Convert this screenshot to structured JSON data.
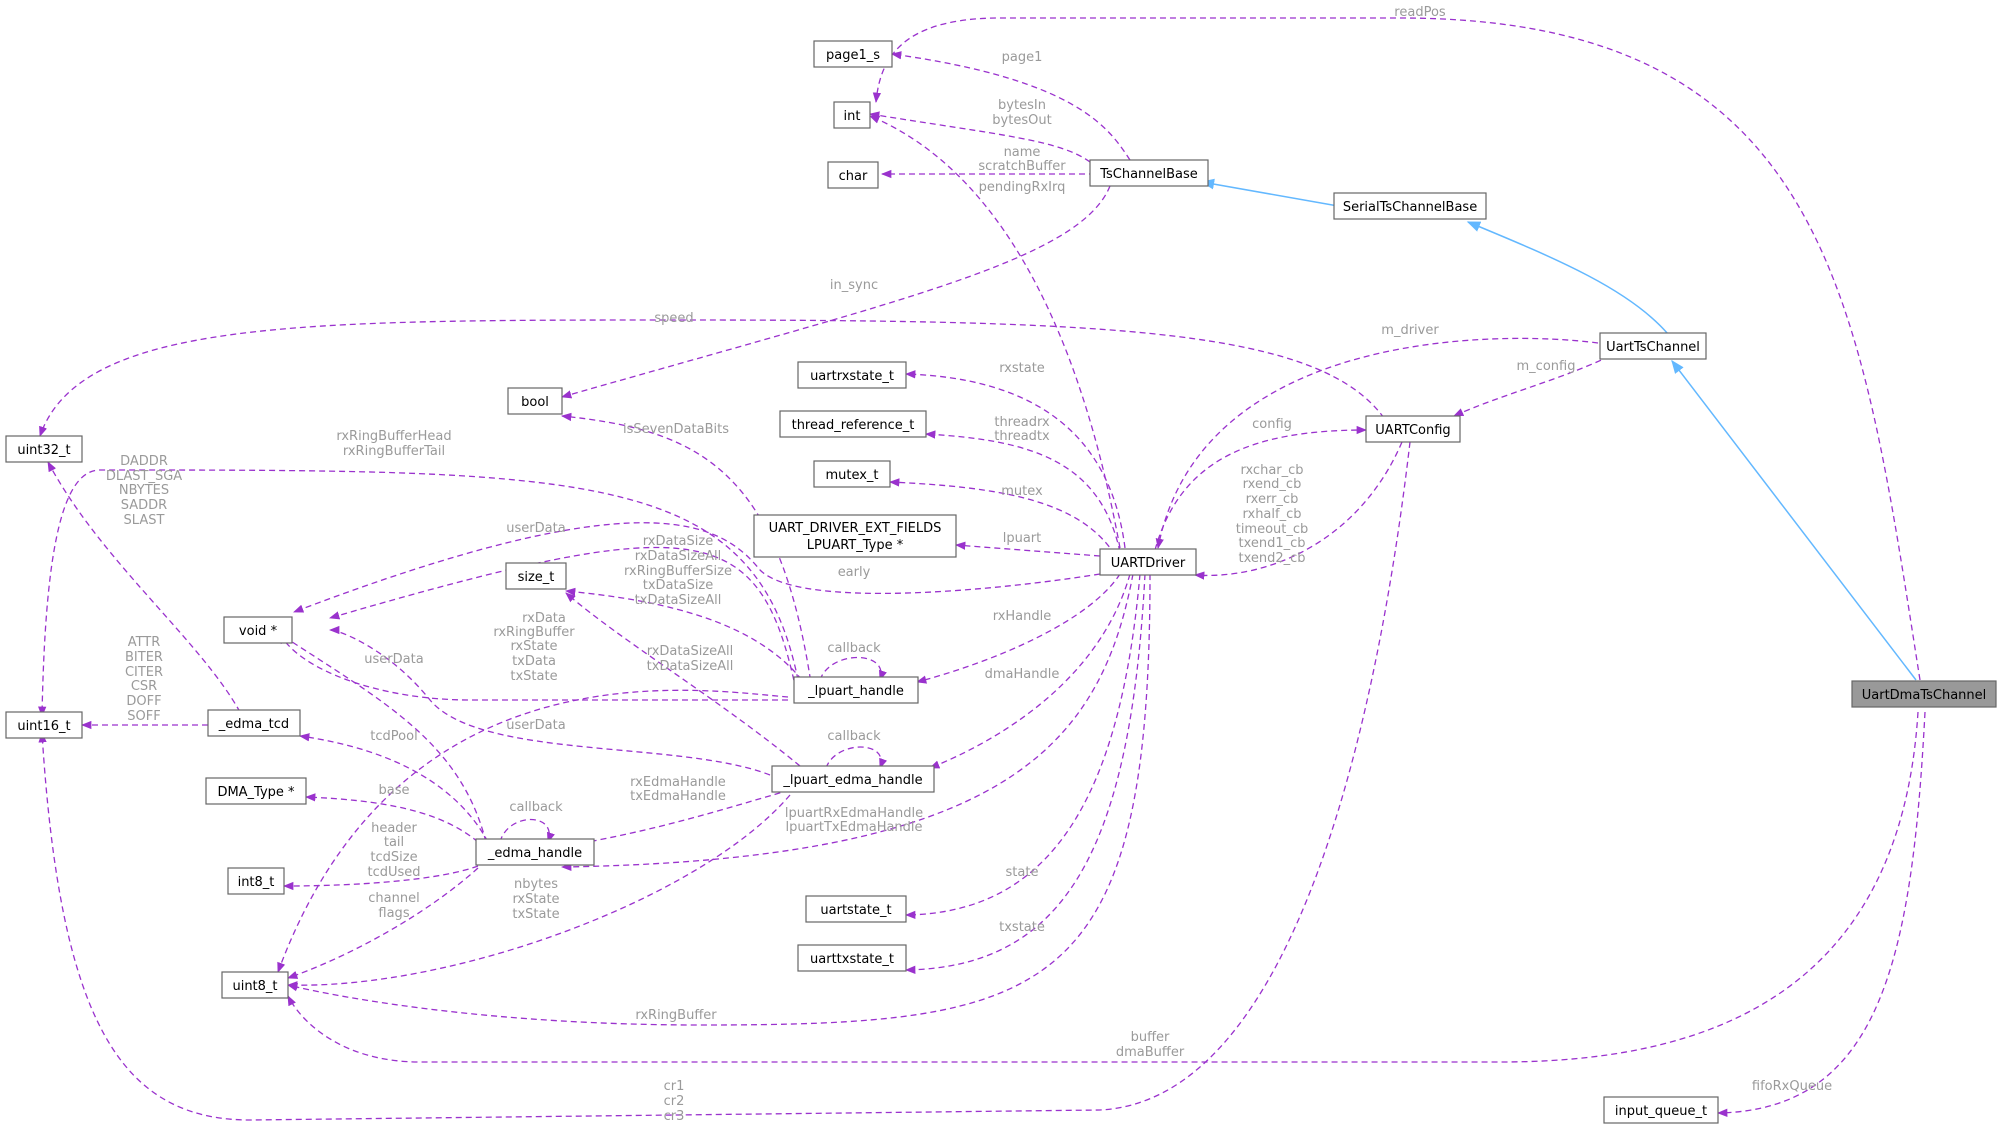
{
  "nodes": {
    "page1_s": "page1_s",
    "int": "int",
    "char": "char",
    "ts_channel_base": "TsChannelBase",
    "serial_ts_channel_base": "SerialTsChannelBase",
    "uart_ts_channel": "UartTsChannel",
    "uart_config": "UARTConfig",
    "uart_driver": "UARTDriver",
    "uart_dma_ts_channel": "UartDmaTsChannel",
    "input_queue_t": "input_queue_t",
    "uint32_t": "uint32_t",
    "uint16_t": "uint16_t",
    "uint8_t": "uint8_t",
    "int8_t": "int8_t",
    "bool": "bool",
    "size_t": "size_t",
    "void_ptr": "void *",
    "dma_type_ptr": "DMA_Type *",
    "edma_tcd": "_edma_tcd",
    "edma_handle": "_edma_handle",
    "lpuart_handle": "_lpuart_handle",
    "lpuart_edma_handle": "_lpuart_edma_handle",
    "uartrxstate_t": "uartrxstate_t",
    "thread_reference_t": "thread_reference_t",
    "mutex_t": "mutex_t",
    "uart_ext_fields_1": "UART_DRIVER_EXT_FIELDS",
    "uart_ext_fields_2": "LPUART_Type *",
    "uartstate_t": "uartstate_t",
    "uarttxstate_t": "uarttxstate_t"
  },
  "labels": {
    "readPos": "readPos",
    "page1": "page1",
    "bytesIn": "bytesIn",
    "bytesOut": "bytesOut",
    "name": "name",
    "scratchBuffer": "scratchBuffer",
    "pendingRxIrq": "pendingRxIrq",
    "in_sync": "in_sync",
    "speed": "speed",
    "m_driver": "m_driver",
    "m_config": "m_config",
    "rxstate": "rxstate",
    "config": "config",
    "threadrx": "threadrx",
    "threadtx": "threadtx",
    "isSevenDataBits": "isSevenDataBits",
    "mutex": "mutex",
    "rxRingBufferHead": "rxRingBufferHead",
    "rxRingBufferTail": "rxRingBufferTail",
    "DADDR": "DADDR",
    "DLAST_SGA": "DLAST_SGA",
    "NBYTES": "NBYTES",
    "SADDR": "SADDR",
    "SLAST": "SLAST",
    "userData_1": "userData",
    "rxDataSize": "rxDataSize",
    "rxDataSizeAll_1": "rxDataSizeAll",
    "rxRingBufferSize": "rxRingBufferSize",
    "txDataSize_1": "txDataSize",
    "txDataSizeAll_1": "txDataSizeAll",
    "lpuart": "lpuart",
    "early": "early",
    "rxchar_cb": "rxchar_cb",
    "rxend_cb": "rxend_cb",
    "rxerr_cb": "rxerr_cb",
    "rxhalf_cb": "rxhalf_cb",
    "timeout_cb": "timeout_cb",
    "txend1_cb": "txend1_cb",
    "txend2_cb": "txend2_cb",
    "rxData": "rxData",
    "rxRingBuffer_1": "rxRingBuffer",
    "rxState_1": "rxState",
    "txData": "txData",
    "txState_1": "txState",
    "callback_1": "callback",
    "rxHandle": "rxHandle",
    "ATTR": "ATTR",
    "BITER": "BITER",
    "CITER": "CITER",
    "CSR": "CSR",
    "DOFF": "DOFF",
    "SOFF": "SOFF",
    "userData_2": "userData",
    "rxDataSizeAll_2": "rxDataSizeAll",
    "txDataSizeAll_2": "txDataSizeAll",
    "dmaHandle": "dmaHandle",
    "userData_3": "userData",
    "callback_2": "callback",
    "tcdPool": "tcdPool",
    "rxEdmaHandle": "rxEdmaHandle",
    "txEdmaHandle": "txEdmaHandle",
    "base": "base",
    "callback_3": "callback",
    "lpuartRxEdmaHandle": "lpuartRxEdmaHandle",
    "lpuartTxEdmaHandle": "lpuartTxEdmaHandle",
    "header": "header",
    "tail": "tail",
    "tcdSize": "tcdSize",
    "tcdUsed": "tcdUsed",
    "channel": "channel",
    "flags": "flags",
    "nbytes": "nbytes",
    "rxState_2": "rxState",
    "txState_2": "txState",
    "state": "state",
    "txstate": "txstate",
    "rxRingBuffer_2": "rxRingBuffer",
    "buffer": "buffer",
    "dmaBuffer": "dmaBuffer",
    "cr1": "cr1",
    "cr2": "cr2",
    "cr3": "cr3",
    "fifoRxQueue": "fifoRxQueue"
  }
}
